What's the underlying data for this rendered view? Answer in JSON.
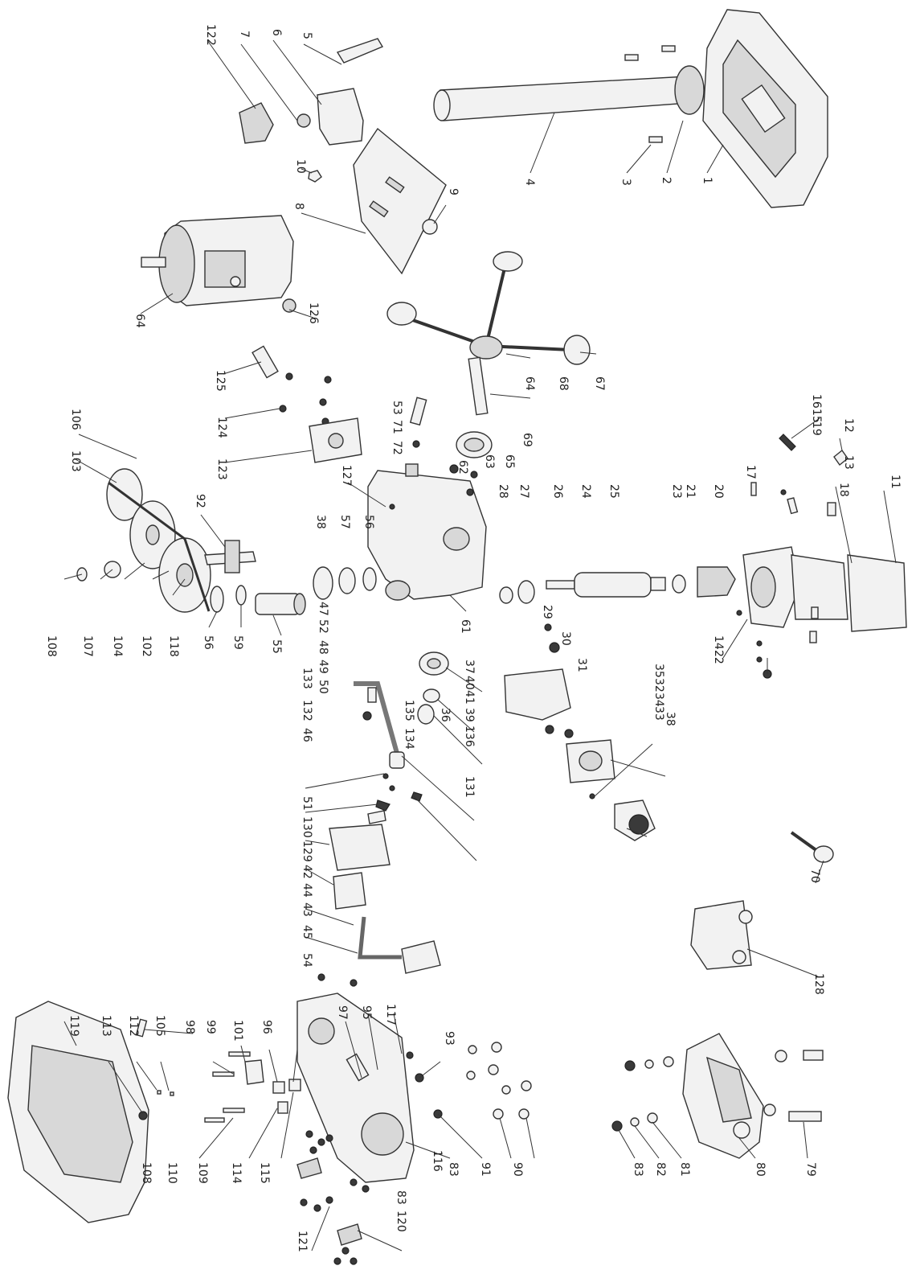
{
  "diagram": {
    "labels": [
      "122",
      "7",
      "6",
      "5",
      "10",
      "9",
      "8",
      "4",
      "3",
      "2",
      "1",
      "126",
      "64",
      "125",
      "124",
      "123",
      "127",
      "72",
      "71",
      "53",
      "64",
      "68",
      "67",
      "106",
      "103",
      "92",
      "38",
      "57",
      "56",
      "62",
      "63",
      "65",
      "69",
      "28",
      "27",
      "26",
      "24",
      "25",
      "23",
      "21",
      "20",
      "17",
      "16",
      "15",
      "19",
      "12",
      "13",
      "18",
      "11",
      "108",
      "107",
      "104",
      "102",
      "118",
      "56",
      "59",
      "55",
      "47",
      "52",
      "48",
      "49",
      "50",
      "61",
      "29",
      "30",
      "31",
      "37",
      "40",
      "41",
      "39",
      "36",
      "136",
      "135",
      "134",
      "133",
      "132",
      "131",
      "38",
      "35",
      "32",
      "34",
      "33",
      "46",
      "51",
      "130",
      "129",
      "42",
      "44",
      "43",
      "45",
      "14",
      "22",
      "70",
      "54",
      "128",
      "119",
      "113",
      "112",
      "105",
      "98",
      "99",
      "101",
      "96",
      "97",
      "95",
      "117",
      "93",
      "83",
      "91",
      "90",
      "108",
      "110",
      "109",
      "114",
      "115",
      "116",
      "83",
      "82",
      "81",
      "80",
      "79",
      "121",
      "83",
      "120"
    ]
  }
}
